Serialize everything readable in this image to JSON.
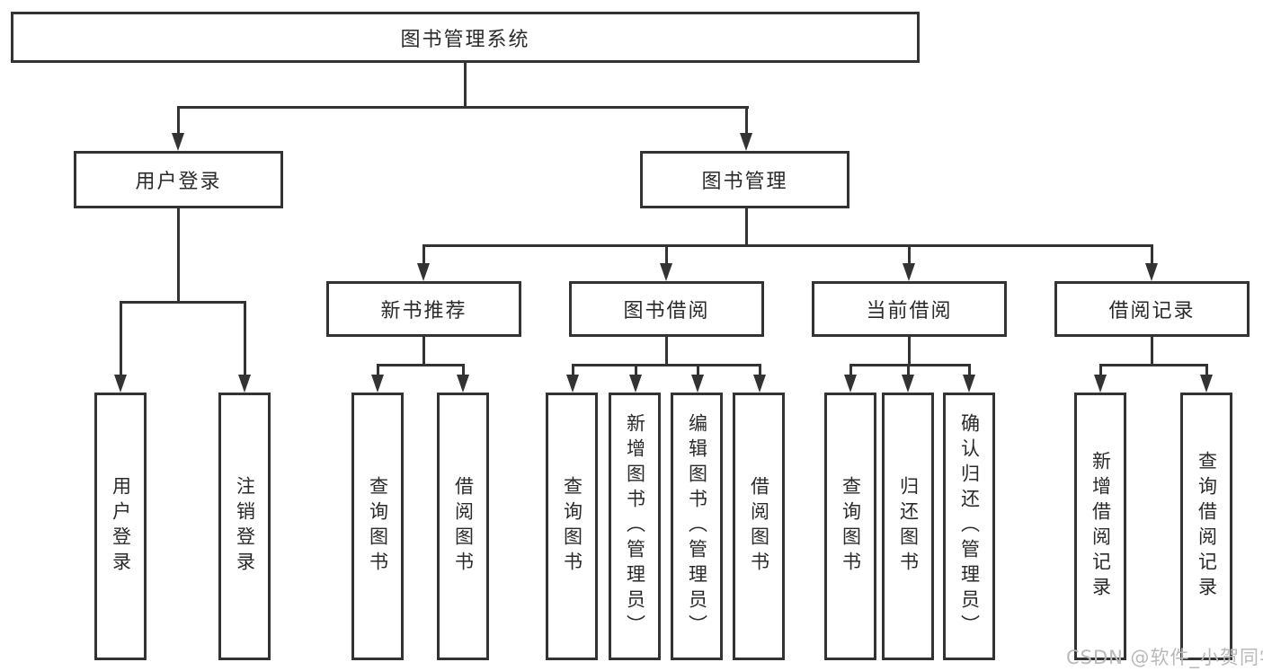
{
  "diagram": {
    "root": {
      "label": "图书管理系统"
    },
    "branches": {
      "user_login": {
        "label": "用户登录",
        "children": [
          "用户登录",
          "注销登录"
        ]
      },
      "book_mgmt": {
        "label": "图书管理",
        "groups": [
          {
            "label": "新书推荐",
            "children": [
              "查询图书",
              "借阅图书"
            ]
          },
          {
            "label": "图书借阅",
            "children": [
              "查询图书",
              "新增图书（管理员）",
              "编辑图书（管理员）",
              "借阅图书"
            ]
          },
          {
            "label": "当前借阅",
            "children": [
              "查询图书",
              "归还图书",
              "确认归还（管理员）"
            ]
          },
          {
            "label": "借阅记录",
            "children": [
              "新增借阅记录",
              "查询借阅记录"
            ]
          }
        ]
      }
    },
    "watermark": "CSDN @软件_小贺同学",
    "colors": {
      "line": "#333333",
      "text": "#2a2a2a",
      "watermark": "#b9b9b9",
      "background": "#ffffff"
    }
  }
}
